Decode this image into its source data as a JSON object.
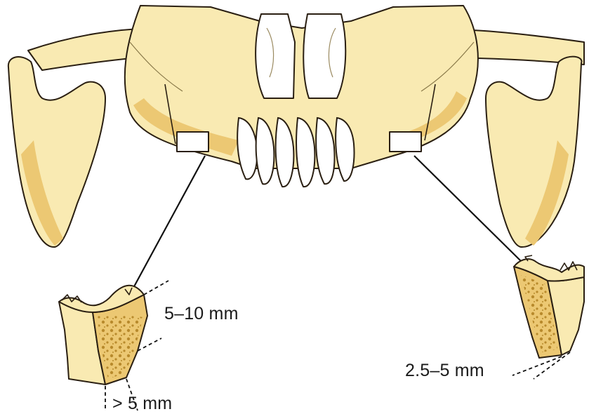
{
  "labels": {
    "left_height": "5–10 mm",
    "left_width": "> 5 mm",
    "right_width": "2.5–5 mm"
  },
  "colors": {
    "bone_fill": "#f9eab2",
    "bone_shadow": "#ecc873",
    "outline": "#2a1f12",
    "cancellous_dots": "#b88a2c",
    "line": "#111111"
  }
}
